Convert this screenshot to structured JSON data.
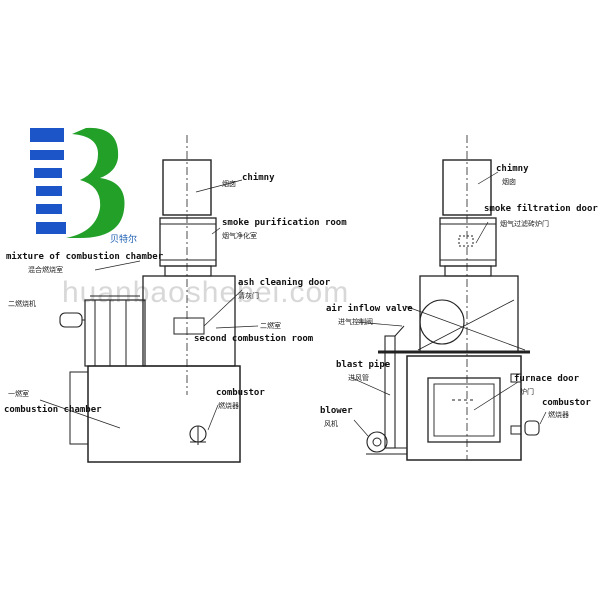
{
  "logo": {
    "letters": "B",
    "chinese": "贝特尔"
  },
  "watermark": "huanbaoshebei.com",
  "left": {
    "chimney_en": "chimny",
    "chimney_cn": "烟囱",
    "purify_en": "smoke purification room",
    "purify_cn": "烟气净化室",
    "mixture_en": "mixture of combustion chamber",
    "mixture_cn": "混合燃烧室",
    "burner_cn": "二燃烧机",
    "ash_en": "ash cleaning door",
    "ash_cn": "清灰门",
    "second_cn": "二燃室",
    "second_en": "second combustion room",
    "first_cn": "一燃室",
    "combustion_en": "combustion chamber",
    "combustor_en": "combustor",
    "combustor_cn": "燃烧器"
  },
  "right": {
    "chimney_en": "chimny",
    "chimney_cn": "烟囱",
    "filtration_en": "smoke filtration door",
    "filtration_cn": "烟气过滤砖炉门",
    "air_en": "air inflow valve",
    "air_cn": "进气控制阀",
    "blast_en": "blast pipe",
    "blast_cn": "进风管",
    "furnace_en": "furnace door",
    "furnace_cn": "炉门",
    "blower_en": "blower",
    "blower_cn": "风机",
    "combustor_en": "combustor",
    "combustor_cn": "燃烧器"
  }
}
